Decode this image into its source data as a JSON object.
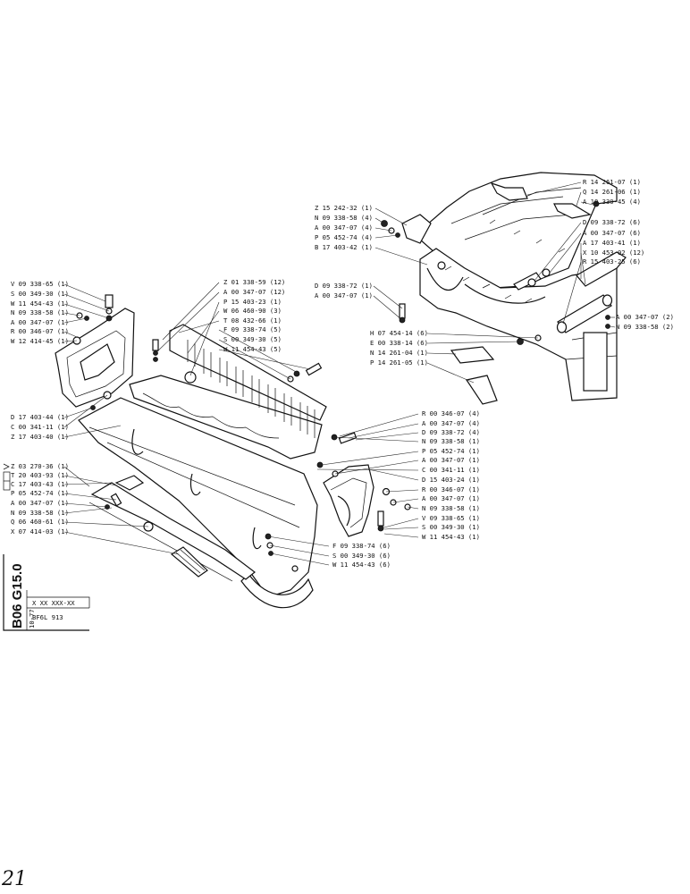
{
  "sheet": {
    "group_code": "B06 G15.0",
    "date_code": "10-77",
    "part_number": "X XX XXX-XX",
    "model": "BF6L 913",
    "page_mark": "21"
  },
  "callouts": {
    "top_right": [
      "R 14 261-07 (1)",
      "Q 14 261-06 (1)",
      "A 10 330-45 (4)",
      "D 09 338-72 (6)",
      "A 00 347-07 (6)",
      "A 17 403-41 (1)",
      "X 10 453-02 (12)",
      "R 15 403-25 (6)"
    ],
    "top_middle": [
      "Z 15 242-32 (1)",
      "N 09 338-58 (4)",
      "A 00 347-07 (4)",
      "P 05 452-74 (4)",
      "B 17 403-42 (1)"
    ],
    "mid_center": [
      "D 09 338-72 (1)",
      "A 00 347-07 (1)"
    ],
    "right_pair": [
      "A 00 347-07 (2)",
      "N 09 338-58 (2)"
    ],
    "mid_right": [
      "H 07 454-14 (6)",
      "E 00 338-14 (6)",
      "N 14 261-04 (1)",
      "P 14 261-05 (1)"
    ],
    "baffle": [
      "Z 01 338-59 (12)",
      "A 00 347-07 (12)",
      "P 15 403-23 (1)",
      "W 06 460-90 (3)",
      "T 08 432-66 (1)",
      "F 09 338-74 (5)",
      "S 00 349-30 (5)",
      "W 11 454-43 (5)"
    ],
    "left_bracket": [
      "V 09 338-65 (1)",
      "S 00 349-30 (1)",
      "W 11 454-43 (1)",
      "N 09 338-58 (1)",
      "A 00 347-07 (1)",
      "R 00 346-07 (1)",
      "W 12 414-45 (1)"
    ],
    "left_lower": [
      "D 17 403-44 (1)",
      "C 00 341-11 (1)",
      "Z 17 403-40 (1)"
    ],
    "left_bottom": [
      "Z 03  270-36 (1)",
      "T 20 403-93 (1)",
      "C 17 403-43 (1)",
      "P 05 452-74 (1)",
      "A 00 347-07 (1)",
      "N 09 338-58 (1)",
      "Q 06 460-61 (1)",
      "X 07 414-03 (1)"
    ],
    "right_column": [
      "R 00 346-07 (4)",
      "A 00 347-07 (4)",
      "D 09 338-72 (4)",
      "N 09 338-58 (1)",
      "P 05 452-74 (1)",
      "A 00 347-07 (1)",
      "C 00 341-11 (1)",
      "D 15 403-24 (1)",
      "R 00 346-07 (1)",
      "A 00 347-07 (1)",
      "N 09 338-58 (1)",
      "V 09 338-65 (1)",
      "S 00 349-30 (1)",
      "W 11 454-43 (1)"
    ],
    "bottom_center": [
      "F 09 338-74 (6)",
      "S 00 349-30 (6)",
      "W 11 454-43 (6)"
    ]
  }
}
